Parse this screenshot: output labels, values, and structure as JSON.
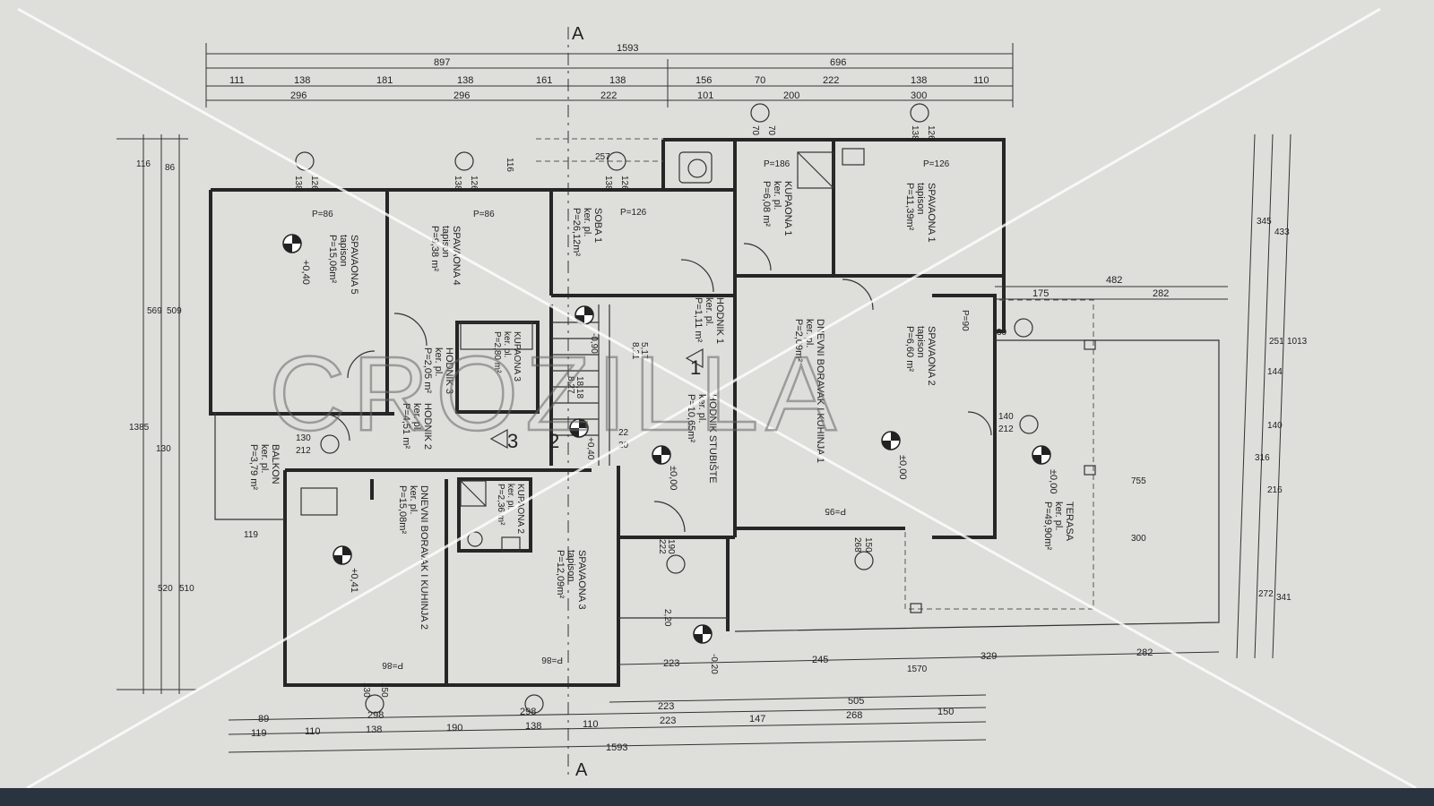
{
  "plan": {
    "watermark": "CROZILLA",
    "section_marks": [
      "A",
      "A"
    ],
    "overall_dimensions": {
      "top_total": "1593",
      "top_left": "897",
      "top_right": "696",
      "bottom_total": "1593",
      "bottom_group": "505"
    },
    "top_dims_row1": [
      "111",
      "138",
      "181",
      "138",
      "161",
      "138",
      "156",
      "70",
      "222",
      "138",
      "110"
    ],
    "top_dims_row2": [
      "296",
      "296",
      "222",
      "101",
      "200",
      "300"
    ],
    "bottom_dims_row1": [
      "89",
      "298",
      "298",
      "223"
    ],
    "bottom_dims_row2": [
      "119",
      "110",
      "138",
      "190",
      "138",
      "110",
      "223",
      "147",
      "268",
      "150"
    ],
    "left_dims": [
      "116",
      "86",
      "569",
      "509",
      "1385",
      "130",
      "520",
      "510"
    ],
    "right_dims": [
      "433",
      "345",
      "1013",
      "251",
      "144",
      "140",
      "316",
      "216",
      "272",
      "341",
      "755",
      "300"
    ],
    "terrace_dims": [
      "482",
      "175",
      "282"
    ],
    "lower_right_dims": [
      "223",
      "245",
      "329",
      "282",
      "1570"
    ],
    "rooms": [
      {
        "name": "SPAVAONA 5",
        "floor": "tapison",
        "area": "P=15,06m²",
        "level": "+0,40"
      },
      {
        "name": "SPAVAONA 4",
        "floor": "tapison",
        "area": "P=9,38 m²"
      },
      {
        "name": "SOBA 1",
        "floor": "ker. pl.",
        "area": "P=26,12m²"
      },
      {
        "name": "KUPAONA 1",
        "floor": "ker. pl.",
        "area": "P=6,08 m²"
      },
      {
        "name": "SPAVAONA 1",
        "floor": "tapison",
        "area": "P=11,39m²"
      },
      {
        "name": "HODNIK 1",
        "floor": "ker. pl.",
        "area": "P=1,11 m²"
      },
      {
        "name": "KUPAONA 3",
        "floor": "ker. pl.",
        "area": "P=2,80 m²"
      },
      {
        "name": "HODNIK 3",
        "floor": "ker. pl.",
        "area": "P=2,05 m²"
      },
      {
        "name": "DNEVNI BORAVAK I KUHINJA 1",
        "floor": "ker. pl.",
        "area": "P=2,09m²",
        "level": "±0,00"
      },
      {
        "name": "SPAVAONA 2",
        "floor": "tapison",
        "area": "P=6,60 m²"
      },
      {
        "name": "HODNIK STUBIŠTE",
        "floor": "ker. pl.",
        "area": "P=10,65m²",
        "level": "±0,00"
      },
      {
        "name": "HODNIK 2",
        "floor": "ker. pl.",
        "area": "P=4,51 m²"
      },
      {
        "name": "BALKON",
        "floor": "ker. pl.",
        "area": "P=3,79 m²"
      },
      {
        "name": "TERASA",
        "floor": "ker. pl.",
        "area": "P=49,90m²",
        "level": "±0,00"
      },
      {
        "name": "DNEVNI BORAVAK I KUHINJA 2",
        "floor": "ker. pl.",
        "area": "P=15,08m²",
        "level": "+0,41"
      },
      {
        "name": "KUPAONA 2",
        "floor": "ker. pl.",
        "area": "P=2,36 m²"
      },
      {
        "name": "SPAVAONA 3",
        "floor": "tapison",
        "area": "P=12,09m²"
      }
    ],
    "openings": [
      "P=86",
      "P=86",
      "P=126",
      "P=186",
      "P=126",
      "P=95",
      "P=86",
      "P=86",
      "P=90"
    ],
    "window_sizes": [
      "138",
      "126",
      "138",
      "126",
      "138",
      "126",
      "70",
      "70",
      "138",
      "126",
      "130",
      "212",
      "140",
      "212",
      "222",
      "190",
      "268",
      "150",
      "130",
      "150"
    ],
    "stair_numbers": [
      "1",
      "2",
      "3",
      "20",
      "22"
    ],
    "stair_levels": [
      "-0,90",
      "+0,40",
      "-0,20"
    ],
    "stair_treads": [
      "8,21",
      "5,17",
      "8,27",
      "18,18"
    ],
    "misc": [
      "257",
      "116",
      "119",
      "30",
      "2,20"
    ]
  }
}
